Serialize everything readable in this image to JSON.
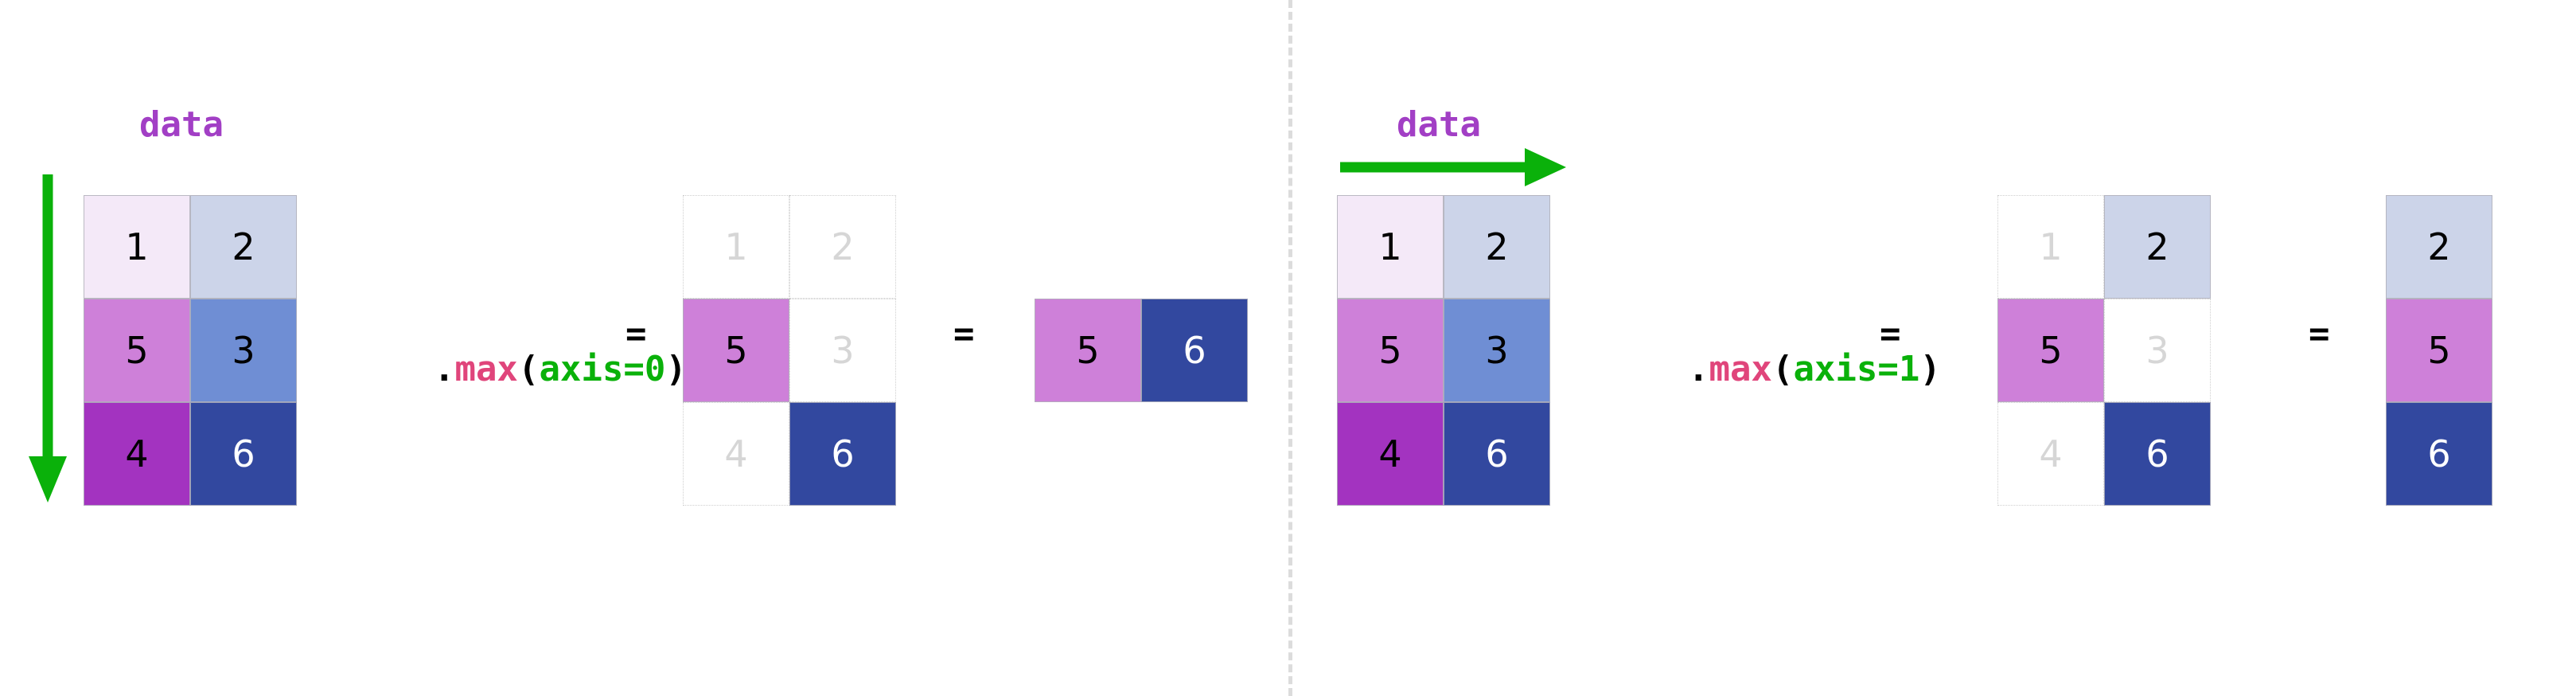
{
  "figure": {
    "title_hidden": "",
    "background_color": "#ffffff",
    "divider_color": "#dcdcdc"
  },
  "palette": {
    "value_1": "#f4e9f8",
    "value_2": "#ccd4e9",
    "value_3": "#6f8ed4",
    "value_4": "#a333c0",
    "value_5": "#ce80d9",
    "value_6": "#32489f",
    "faded_text": "#d6d6d6",
    "label_purple": "#a23fc5",
    "arrow_green": "#0ab10a",
    "fn_pink": "#e0457b",
    "arg_green": "#0ab10a"
  },
  "chart_data": {
    "type": "table",
    "title": "numpy max along axis illustration",
    "source_matrix": {
      "label": "data",
      "shape": [
        3,
        2
      ],
      "values": [
        [
          1,
          2
        ],
        [
          5,
          3
        ],
        [
          4,
          6
        ]
      ],
      "text_colors": [
        [
          "dark",
          "dark"
        ],
        [
          "dark",
          "dark"
        ],
        [
          "dark",
          "light"
        ]
      ]
    },
    "panels": [
      {
        "name": "axis-0",
        "arrow_direction": "down",
        "expression": {
          "dot": ".",
          "fn": "max",
          "open": "(",
          "arg": "axis=0",
          "close": ")"
        },
        "equals": "=",
        "masked_matrix": {
          "shape": [
            3,
            2
          ],
          "values": [
            [
              1,
              2
            ],
            [
              5,
              3
            ],
            [
              4,
              6
            ]
          ],
          "highlighted": [
            [
              false,
              false
            ],
            [
              true,
              false
            ],
            [
              false,
              true
            ]
          ]
        },
        "result_matrix": {
          "shape": [
            1,
            2
          ],
          "values": [
            [
              5,
              6
            ]
          ],
          "text_colors": [
            [
              "dark",
              "light"
            ]
          ]
        }
      },
      {
        "name": "axis-1",
        "arrow_direction": "right",
        "expression": {
          "dot": ".",
          "fn": "max",
          "open": "(",
          "arg": "axis=1",
          "close": ")"
        },
        "equals": "=",
        "masked_matrix": {
          "shape": [
            3,
            2
          ],
          "values": [
            [
              1,
              2
            ],
            [
              5,
              3
            ],
            [
              4,
              6
            ]
          ],
          "highlighted": [
            [
              false,
              true
            ],
            [
              true,
              false
            ],
            [
              false,
              true
            ]
          ]
        },
        "result_matrix": {
          "shape": [
            3,
            1
          ],
          "values": [
            [
              2
            ],
            [
              5
            ],
            [
              6
            ]
          ],
          "text_colors": [
            [
              "dark"
            ],
            [
              "dark"
            ],
            [
              "light"
            ]
          ]
        }
      }
    ]
  },
  "left": {
    "data_label": "data",
    "code": {
      "dot": ".",
      "fn": "max",
      "open": "(",
      "arg": "axis=0",
      "close": ")",
      "eq": "="
    },
    "equals2": "=",
    "source": {
      "r0c0": "1",
      "r0c1": "2",
      "r1c0": "5",
      "r1c1": "3",
      "r2c0": "4",
      "r2c1": "6"
    },
    "masked": {
      "r0c0": "1",
      "r0c1": "2",
      "r1c0": "5",
      "r1c1": "3",
      "r2c0": "4",
      "r2c1": "6"
    },
    "result": {
      "c0": "5",
      "c1": "6"
    }
  },
  "right": {
    "data_label": "data",
    "code": {
      "dot": ".",
      "fn": "max",
      "open": "(",
      "arg": "axis=1",
      "close": ")",
      "eq": "="
    },
    "equals2": "=",
    "source": {
      "r0c0": "1",
      "r0c1": "2",
      "r1c0": "5",
      "r1c1": "3",
      "r2c0": "4",
      "r2c1": "6"
    },
    "masked": {
      "r0c0": "1",
      "r0c1": "2",
      "r1c0": "5",
      "r1c1": "3",
      "r2c0": "4",
      "r2c1": "6"
    },
    "result": {
      "r0": "2",
      "r1": "5",
      "r2": "6"
    }
  }
}
